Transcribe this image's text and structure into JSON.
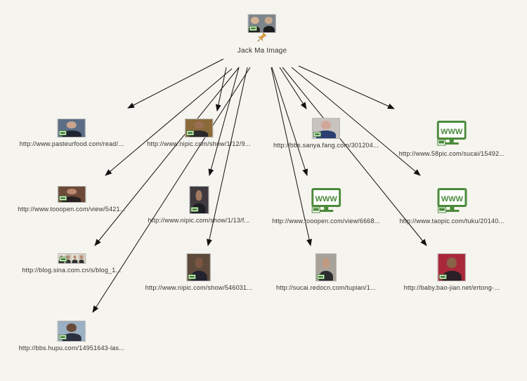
{
  "root": {
    "label": "Jack Ma Image",
    "icon": "image-thumbnail",
    "pin_icon": "pushpin-icon"
  },
  "colors": {
    "background": "#f6f4ee",
    "www_green": "#4a8a3a",
    "arrow": "#111111",
    "text": "#333333"
  },
  "children": [
    {
      "label": "http://www.pasteurfood.com/read/...",
      "kind": "photo",
      "bg": "#5b6e86",
      "face": "#caa48c",
      "suit": "#1f2530"
    },
    {
      "label": "http://www.nipic.com/show/1/12/9...",
      "kind": "photo",
      "bg": "#8a6a3a",
      "face": "#9a6e52",
      "suit": "#2b2a2a"
    },
    {
      "label": "http://bbs.sanya.fang.com/301204...",
      "kind": "photo",
      "bg": "#c9c3bf",
      "face": "#d2a79a",
      "suit": "#2c3e72"
    },
    {
      "label": "http://www.58pic.com/sucai/15492...",
      "kind": "www"
    },
    {
      "label": "http://www.tooopen.com/view/5421...",
      "kind": "photo",
      "bg": "#6d4a38",
      "face": "#b88870",
      "suit": "#2a2020"
    },
    {
      "label": "http://www.nipic.com/show/1/13/f...",
      "kind": "photo",
      "bg": "#3e3a3e",
      "face": "#a07a60",
      "suit": "#1d1d24"
    },
    {
      "label": "http://www.tooopen.com/view/6668...",
      "kind": "www"
    },
    {
      "label": "http://www.taopic.com/tuku/20140...",
      "kind": "www"
    },
    {
      "label": "http://blog.sina.com.cn/s/blog_1...",
      "kind": "photo-strip",
      "bg": "#ddd8cf",
      "face": "#b58a70",
      "suit": "#333333"
    },
    {
      "label": "http://www.nipic.com/show/546031...",
      "kind": "photo",
      "bg": "#5d4a3a",
      "face": "#7a5640",
      "suit": "#222230"
    },
    {
      "label": "http://sucai.redocn.com/tupian/1...",
      "kind": "photo",
      "bg": "#a8a39a",
      "face": "#c29a80",
      "suit": "#2b2b30"
    },
    {
      "label": "http://baby.bao-jian.net/ertong-...",
      "kind": "photo",
      "bg": "#a9293a",
      "face": "#8a6248",
      "suit": "#2a2026"
    },
    {
      "label": "http://bbs.hupu.com/14951643-las...",
      "kind": "photo",
      "bg": "#9bb0c2",
      "face": "#6a4a38",
      "suit": "#2a3040"
    }
  ]
}
